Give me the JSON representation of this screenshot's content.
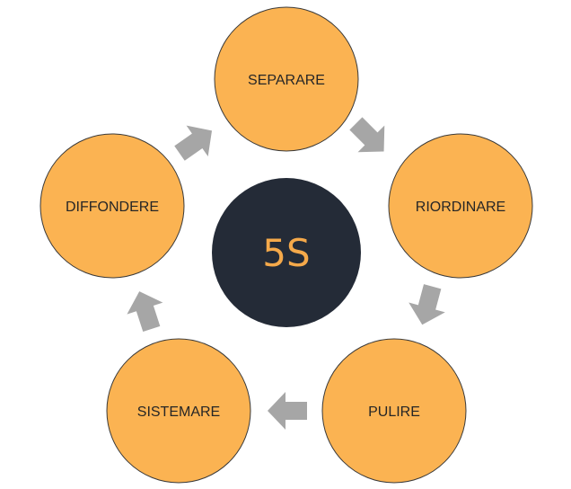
{
  "center": {
    "label": "5S",
    "fill": "#242b37",
    "text_color": "#f5a94a"
  },
  "steps": [
    {
      "label": "SEPARARE"
    },
    {
      "label": "RIORDINARE"
    },
    {
      "label": "PULIRE"
    },
    {
      "label": "SISTEMARE"
    },
    {
      "label": "DIFFONDERE"
    }
  ],
  "colors": {
    "step_fill": "#fbb352",
    "step_stroke": "#3a3a3a",
    "arrow": "#a6a6a6"
  }
}
